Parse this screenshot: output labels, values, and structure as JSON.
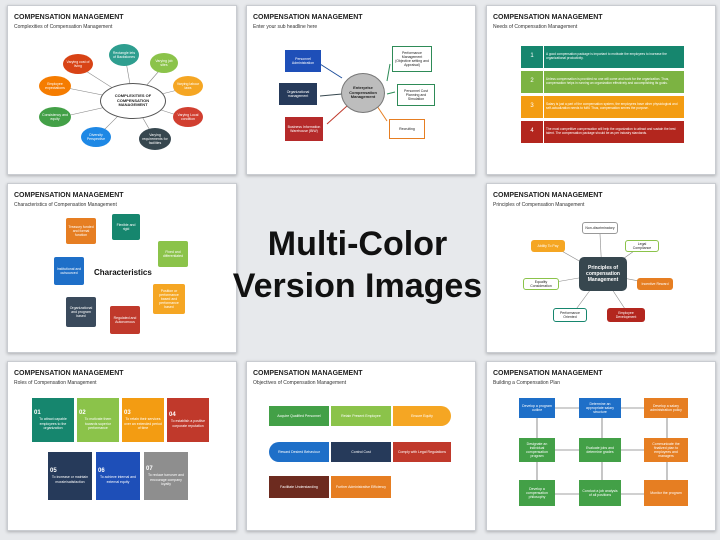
{
  "center": {
    "line1": "Multi-Color",
    "line2": "Version Images"
  },
  "slides": [
    {
      "title": "COMPENSATION MANAGEMENT",
      "subtitle": "Complexities of Compensation Management",
      "center": "COMPLEXITIES OF COMPENSATION MANAGEMENT",
      "items": [
        "Rectangle lets of Backstones",
        "Varying job sites",
        "Varying labour laws",
        "Varying Local condition",
        "Varying requirements for facilities",
        "Diversity Perspective",
        "Consistency and equity",
        "Employee expectations",
        "Varying cost of living"
      ]
    },
    {
      "title": "COMPENSATION MANAGEMENT",
      "subtitle": "Enter your sub headline here",
      "center": "Enterprise Compensation Management",
      "items": [
        "Personnel Administration",
        "Performance Management (Objective setting and Appraisal)",
        "Organizational management",
        "Personnel Cost Planning and Simulation",
        "Business Information Warehouse (BIW)",
        "Recruiting"
      ]
    },
    {
      "title": "COMPENSATION MANAGEMENT",
      "subtitle": "Needs of Compensation Management",
      "rows": [
        {
          "num": "1",
          "text": "A good compensation package is important to motivate the employees to increase the organizational productivity."
        },
        {
          "num": "2",
          "text": "Unless compensation is provided no one will come and work for the organization. Thus, compensation helps in running an organization effectively and accomplishing its goals."
        },
        {
          "num": "3",
          "text": "Salary is just a part of the compensation system, the employees have other physiological and self-actualization needs to fulfil. Thus, compensation serves the purpose."
        },
        {
          "num": "4",
          "text": "The most competitive compensation will help the organization to attract and sustain the best talent. The compensation package should be as per industry standards."
        }
      ]
    },
    {
      "title": "COMPENSATION MANAGEMENT",
      "subtitle": "Characteristics of Compensation Management",
      "center": "Characteristics",
      "items": [
        "Treasury funded and formal function",
        "Flexible and rigid",
        "Fixed and differentiated",
        "Position or performance based and performance based",
        "Regulated and Autonomous",
        "Organizational and program based",
        "Institutional and outsourced"
      ]
    },
    {
      "title": "COMPENSATION MANAGEMENT",
      "subtitle": "Principles of Compensation Management",
      "center": "Principles of compensation Management",
      "items": [
        "Non-discriminatory",
        "Legal Compliance",
        "Incentive Reward",
        "Employee Development",
        "Performance Oriented",
        "Equality Consideration",
        "Ability To Pay"
      ]
    },
    {
      "title": "COMPENSATION MANAGEMENT",
      "subtitle": "Roles of Compensation Management",
      "items": [
        {
          "num": "01",
          "text": "To attract capable employees to the organization"
        },
        {
          "num": "02",
          "text": "To motivate them towards superior performance"
        },
        {
          "num": "03",
          "text": "To retain their services over an extended period of time"
        },
        {
          "num": "04",
          "text": "To establish a positive corporate reputation"
        },
        {
          "num": "05",
          "text": "To increase or maintain morale/satisfaction"
        },
        {
          "num": "06",
          "text": "To achieve internal and external equity"
        },
        {
          "num": "07",
          "text": "To reduce turnover and encourage company loyalty"
        }
      ]
    },
    {
      "title": "COMPENSATION MANAGEMENT",
      "subtitle": "Objectives of Compensation Management",
      "items": [
        "Acquire Qualified Personnel",
        "Retain Present Employee",
        "Ensure Equity",
        "Reward Desired Behaviour",
        "Control Cost",
        "Comply with Legal Regulations",
        "Facilitate Understanding",
        "Further Administrative Efficiency"
      ]
    },
    {
      "title": "COMPENSATION MANAGEMENT",
      "subtitle": "Building a Compensation Plan",
      "items": [
        "Develop a program outline",
        "Determine an appropriate salary structure",
        "Develop a salary administration policy",
        "Designate an individual compensation program",
        "Evaluate jobs and determine grades",
        "Communicate the finalized plan to employees and managers",
        "Develop a compensation philosophy",
        "Conduct a job analysis of all positions",
        "Monitor the program"
      ]
    }
  ]
}
